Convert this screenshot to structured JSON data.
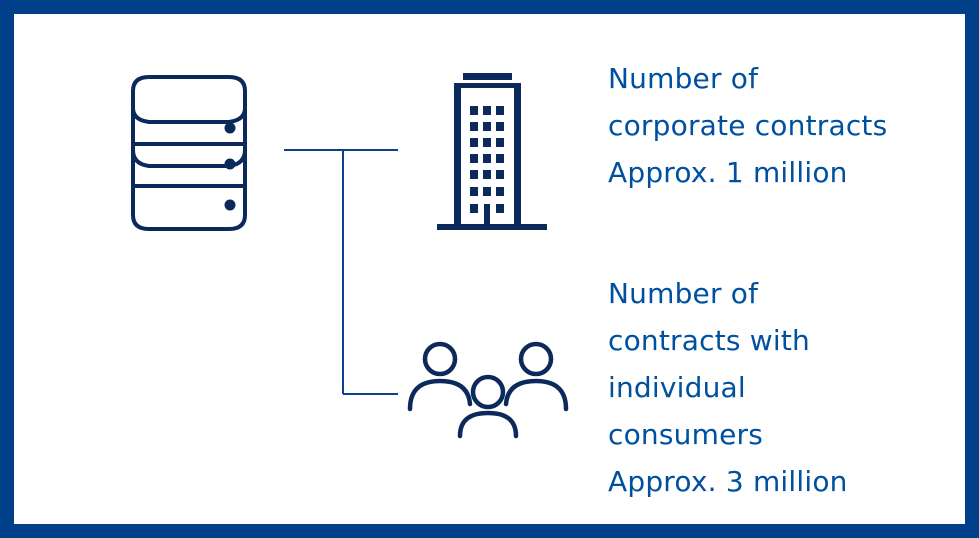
{
  "colors": {
    "frame": "#003f8a",
    "icon": "#0b2a5b",
    "connector": "#0b3f8f",
    "text": "#0050a0"
  },
  "icons": [
    "database-icon",
    "office-building-icon",
    "people-group-icon"
  ],
  "corporate": {
    "lines": [
      "Number of",
      "corporate contracts",
      "Approx. 1 million"
    ]
  },
  "individual": {
    "lines": [
      "Number of",
      "contracts with",
      "individual",
      "consumers",
      "Approx. 3 million"
    ]
  }
}
